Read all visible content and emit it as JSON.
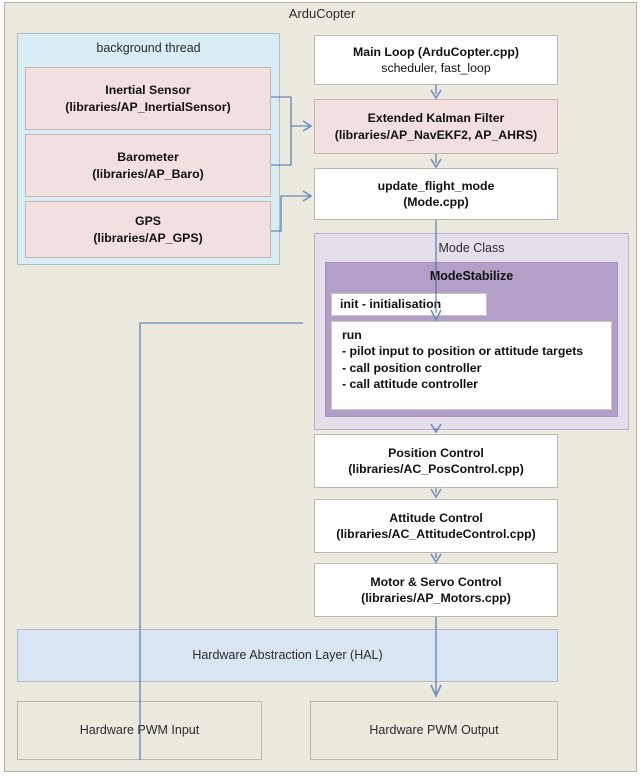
{
  "diagram": {
    "title": "ArduCopter",
    "type": "architecture-block-diagram"
  },
  "background_thread": {
    "label": "background thread",
    "color": "#d9edf5",
    "sensors": [
      {
        "name": "Inertial Sensor",
        "path": "(libraries/AP_InertialSensor)",
        "color": "#f2dfdf"
      },
      {
        "name": "Barometer",
        "path": "(libraries/AP_Baro)",
        "color": "#f2dfdf"
      },
      {
        "name": "GPS",
        "path": "(libraries/AP_GPS)",
        "color": "#f2dfdf"
      }
    ]
  },
  "main_chain": [
    {
      "name": "Main Loop (ArduCopter.cpp)",
      "path": "scheduler, fast_loop",
      "color": "#ffffff",
      "subtitle_bold": false
    },
    {
      "name": "Extended Kalman Filter",
      "path": "(libraries/AP_NavEKF2, AP_AHRS)",
      "color": "#f2dfdf",
      "subtitle_bold": true
    },
    {
      "name": "update_flight_mode",
      "path": "(Mode.cpp)",
      "color": "#ffffff",
      "subtitle_bold": true
    }
  ],
  "mode_class": {
    "label": "Mode Class",
    "color": "#e5dfec",
    "mode": {
      "title": "ModeStabilize",
      "color": "#b2a0c8",
      "init": "init - initialisation",
      "run_title": "run",
      "run_items": [
        "- pilot input to position or attitude targets",
        "- call position controller",
        "- call attitude controller"
      ]
    }
  },
  "controllers": [
    {
      "name": "Position Control",
      "path": "(libraries/AC_PosControl.cpp)",
      "color": "#ffffff"
    },
    {
      "name": "Attitude Control",
      "path": "(libraries/AC_AttitudeControl.cpp)",
      "color": "#ffffff"
    },
    {
      "name": "Motor & Servo Control",
      "path": "(libraries/AP_Motors.cpp)",
      "color": "#ffffff"
    }
  ],
  "hal": {
    "label": "Hardware Abstraction Layer (HAL)",
    "color": "#d9e5f2"
  },
  "hardware": [
    {
      "label": "Hardware PWM Input",
      "color": "#eceade"
    },
    {
      "label": "Hardware PWM Output",
      "color": "#eceade"
    }
  ],
  "colors": {
    "canvas": "#eceade",
    "connector": "#4a72a8",
    "border": "#b8b8b0"
  }
}
